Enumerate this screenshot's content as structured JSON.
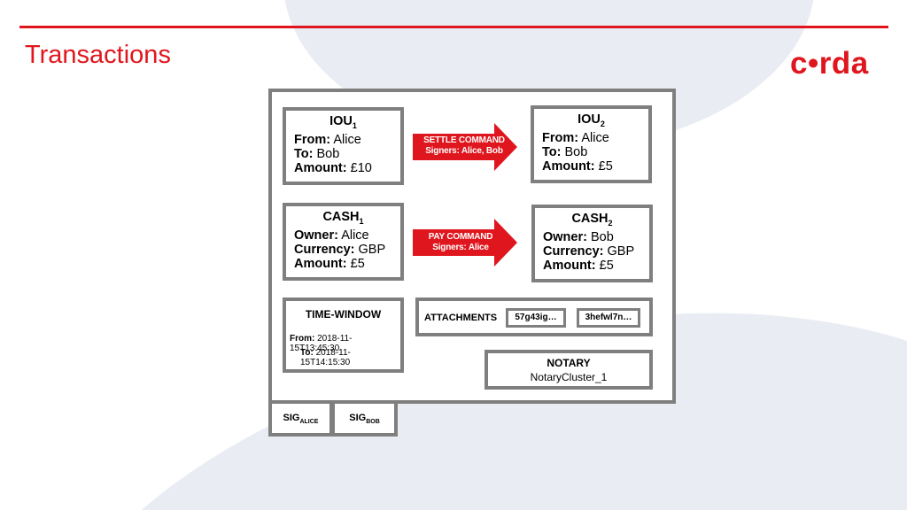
{
  "slide": {
    "title": "Transactions",
    "logo": "c•rda",
    "accent_color": "#e0161e",
    "bg_shape_color": "#e9ecf3"
  },
  "diagram": {
    "iou1": {
      "name": "IOU",
      "sub": "1",
      "from_label": "From:",
      "from": "Alice",
      "to_label": "To:",
      "to": "Bob",
      "amount_label": "Amount:",
      "amount": "£10"
    },
    "iou2": {
      "name": "IOU",
      "sub": "2",
      "from_label": "From:",
      "from": "Alice",
      "to_label": "To:",
      "to": "Bob",
      "amount_label": "Amount:",
      "amount": "£5"
    },
    "cash1": {
      "name": "CASH",
      "sub": "1",
      "owner_label": "Owner:",
      "owner": "Alice",
      "currency_label": "Currency:",
      "currency": "GBP",
      "amount_label": "Amount:",
      "amount": "£5"
    },
    "cash2": {
      "name": "CASH",
      "sub": "2",
      "owner_label": "Owner:",
      "owner": "Bob",
      "currency_label": "Currency:",
      "currency": "GBP",
      "amount_label": "Amount:",
      "amount": "£5"
    },
    "settle_command": {
      "line1": "SETTLE COMMAND",
      "line2": "Signers: Alice, Bob"
    },
    "pay_command": {
      "line1": "PAY COMMAND",
      "line2": "Signers: Alice"
    },
    "time_window": {
      "title": "TIME-WINDOW",
      "from_label": "From:",
      "from": "2018-11-15T13:45:30",
      "to_label": "To:",
      "to": "2018-11-15T14:15:30"
    },
    "attachments": {
      "title": "ATTACHMENTS",
      "hash1": "57g43ig…",
      "hash2": "3hefwl7n…"
    },
    "notary": {
      "title": "NOTARY",
      "name": "NotaryCluster_1"
    },
    "signatures": [
      {
        "label": "SIG",
        "sub": "ALICE"
      },
      {
        "label": "SIG",
        "sub": "BOB"
      }
    ]
  }
}
